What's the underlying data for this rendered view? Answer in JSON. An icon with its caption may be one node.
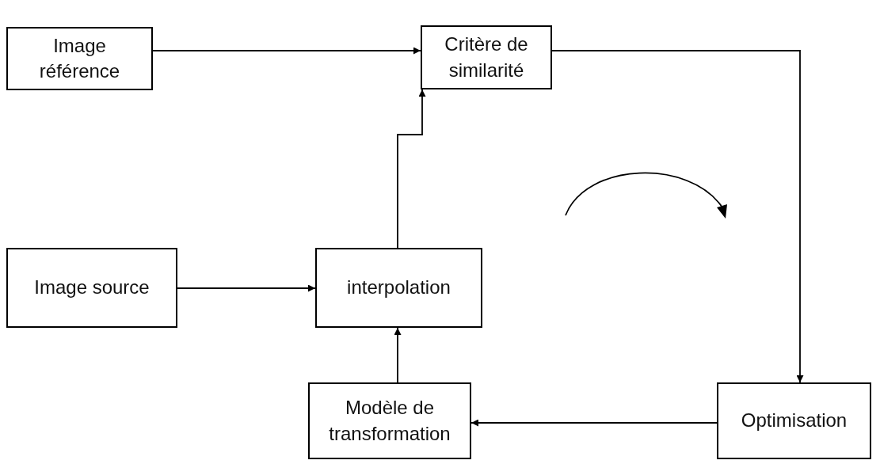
{
  "diagram": {
    "nodes": [
      {
        "text": [
          "Image référence"
        ]
      },
      {
        "text": [
          "Critère de similarité"
        ]
      },
      {
        "text": [
          "Image source"
        ]
      },
      {
        "text": [
          "interpolation"
        ]
      },
      {
        "text": [
          "Modèle de transformation"
        ]
      },
      {
        "text": [
          "Optimisation"
        ]
      }
    ],
    "edges": [
      {
        "from": 0,
        "to": 1,
        "arrow": "to"
      },
      {
        "from": 1,
        "to": 5,
        "arrow": "to"
      },
      {
        "from": 2,
        "to": 3,
        "arrow": "to"
      },
      {
        "from": 3,
        "to": 1,
        "arrow": "to"
      },
      {
        "from": 4,
        "to": 3,
        "arrow": "to"
      },
      {
        "from": 5,
        "to": 4,
        "arrow": "to"
      }
    ]
  }
}
